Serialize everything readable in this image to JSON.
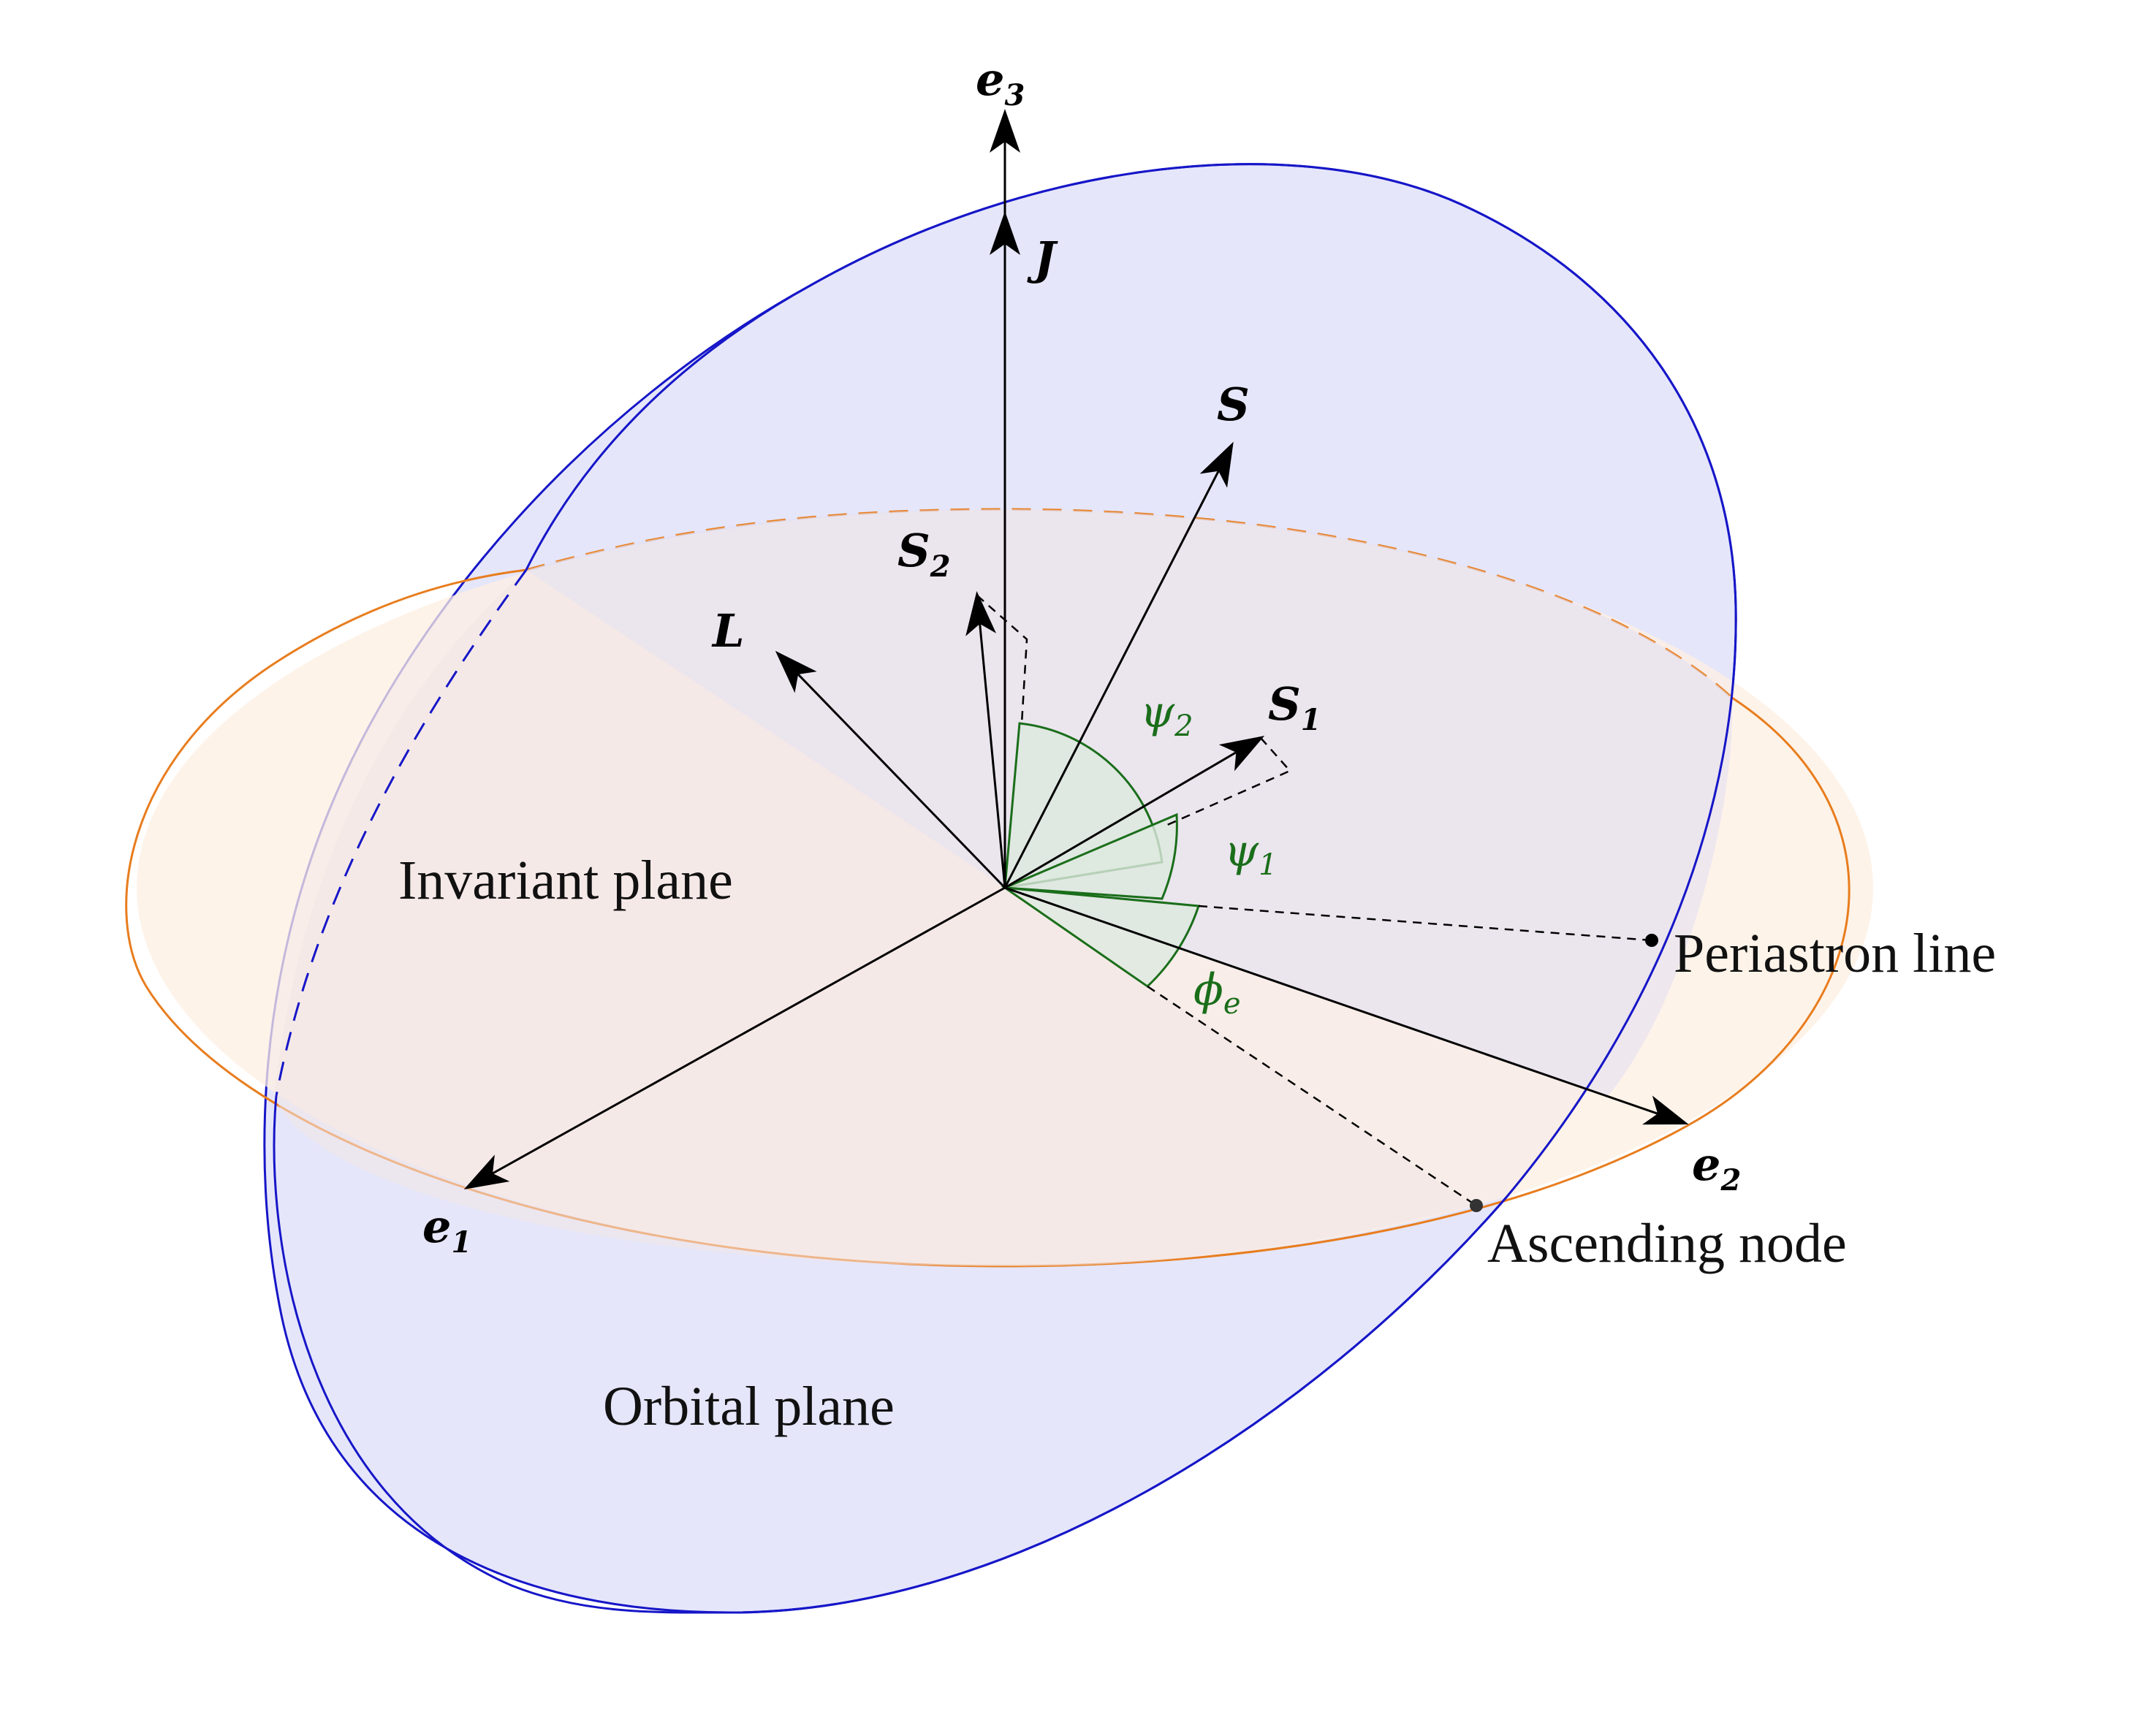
{
  "vectors": {
    "e3": {
      "base": "e",
      "sub": "3"
    },
    "J": {
      "base": "J",
      "sub": ""
    },
    "S": {
      "base": "S",
      "sub": ""
    },
    "S2": {
      "base": "S",
      "sub": "2"
    },
    "L": {
      "base": "L",
      "sub": ""
    },
    "S1": {
      "base": "S",
      "sub": "1"
    },
    "e1": {
      "base": "e",
      "sub": "1"
    },
    "e2": {
      "base": "e",
      "sub": "2"
    }
  },
  "angles": {
    "psi2": {
      "base": "ψ",
      "sub": "2"
    },
    "psi1": {
      "base": "ψ",
      "sub": "1"
    },
    "phi_e": {
      "base": "ϕ",
      "sub": "e"
    }
  },
  "labels": {
    "invariant_plane": "Invariant plane",
    "orbital_plane": "Orbital plane",
    "periastron_line": "Periastron line",
    "ascending_node": "Ascending node"
  },
  "colors": {
    "invariant_fill": "#fdf0e4",
    "invariant_stroke": "#e87d1e",
    "orbital_fill": "#e4e5f9",
    "orbital_stroke": "#1e1ec8",
    "overlap_fill": "#f3e7ea",
    "angle_stroke": "#1a6e1a",
    "angle_fill": "#dfe8e0"
  }
}
